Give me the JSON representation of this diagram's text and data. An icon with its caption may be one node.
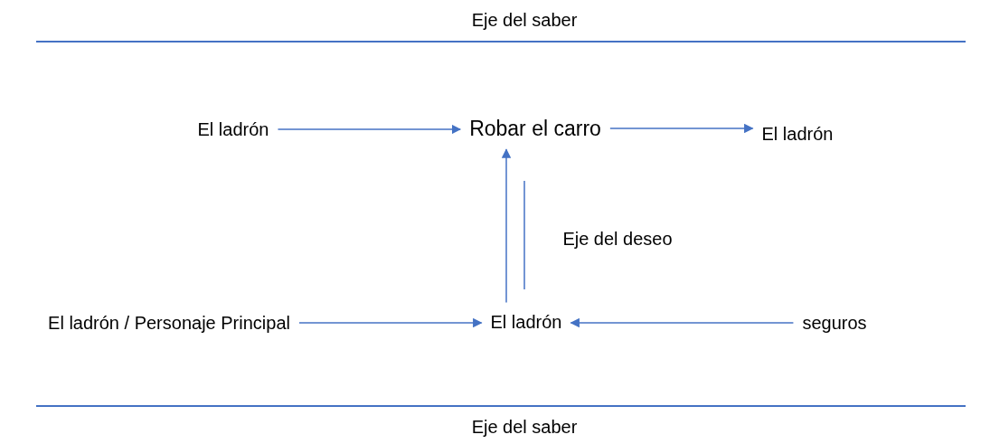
{
  "diagram": {
    "nodes": [
      {
        "text": [
          "El ladrón"
        ]
      },
      {
        "text": [
          "Robar el carro"
        ]
      },
      {
        "text": [
          "El ladrón"
        ]
      },
      {
        "text": [
          "El ladrón / Personaje Principal"
        ]
      },
      {
        "text": [
          "El ladrón"
        ]
      },
      {
        "text": [
          "seguros"
        ]
      }
    ],
    "edges": [
      {
        "from": 0,
        "to": 1,
        "arrow": "to"
      },
      {
        "from": 1,
        "to": 2,
        "arrow": "to"
      },
      {
        "from": 4,
        "to": 1,
        "arrow": "to"
      },
      {
        "from": 3,
        "to": 4,
        "arrow": "to"
      },
      {
        "from": 5,
        "to": 4,
        "arrow": "to"
      }
    ],
    "labels": [
      "Eje del saber",
      "Eje del deseo",
      "Eje del saber"
    ]
  }
}
